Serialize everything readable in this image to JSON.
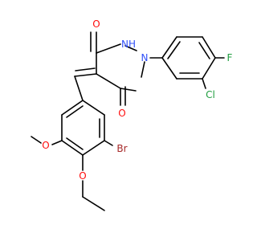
{
  "atoms": {
    "o_top": "O",
    "nh": "NH",
    "n_ring": "N",
    "o_bottom": "O",
    "f": "F",
    "cl": "Cl",
    "br": "Br",
    "o_methoxy": "O",
    "o_ethoxy": "O"
  },
  "colors": {
    "bond": "#000000",
    "oxygen": "#ff0d0d",
    "nitrogen": "#3050f8",
    "fluorine": "#1f9e3f",
    "chlorine": "#1f9e3f",
    "bromine": "#a62929"
  }
}
